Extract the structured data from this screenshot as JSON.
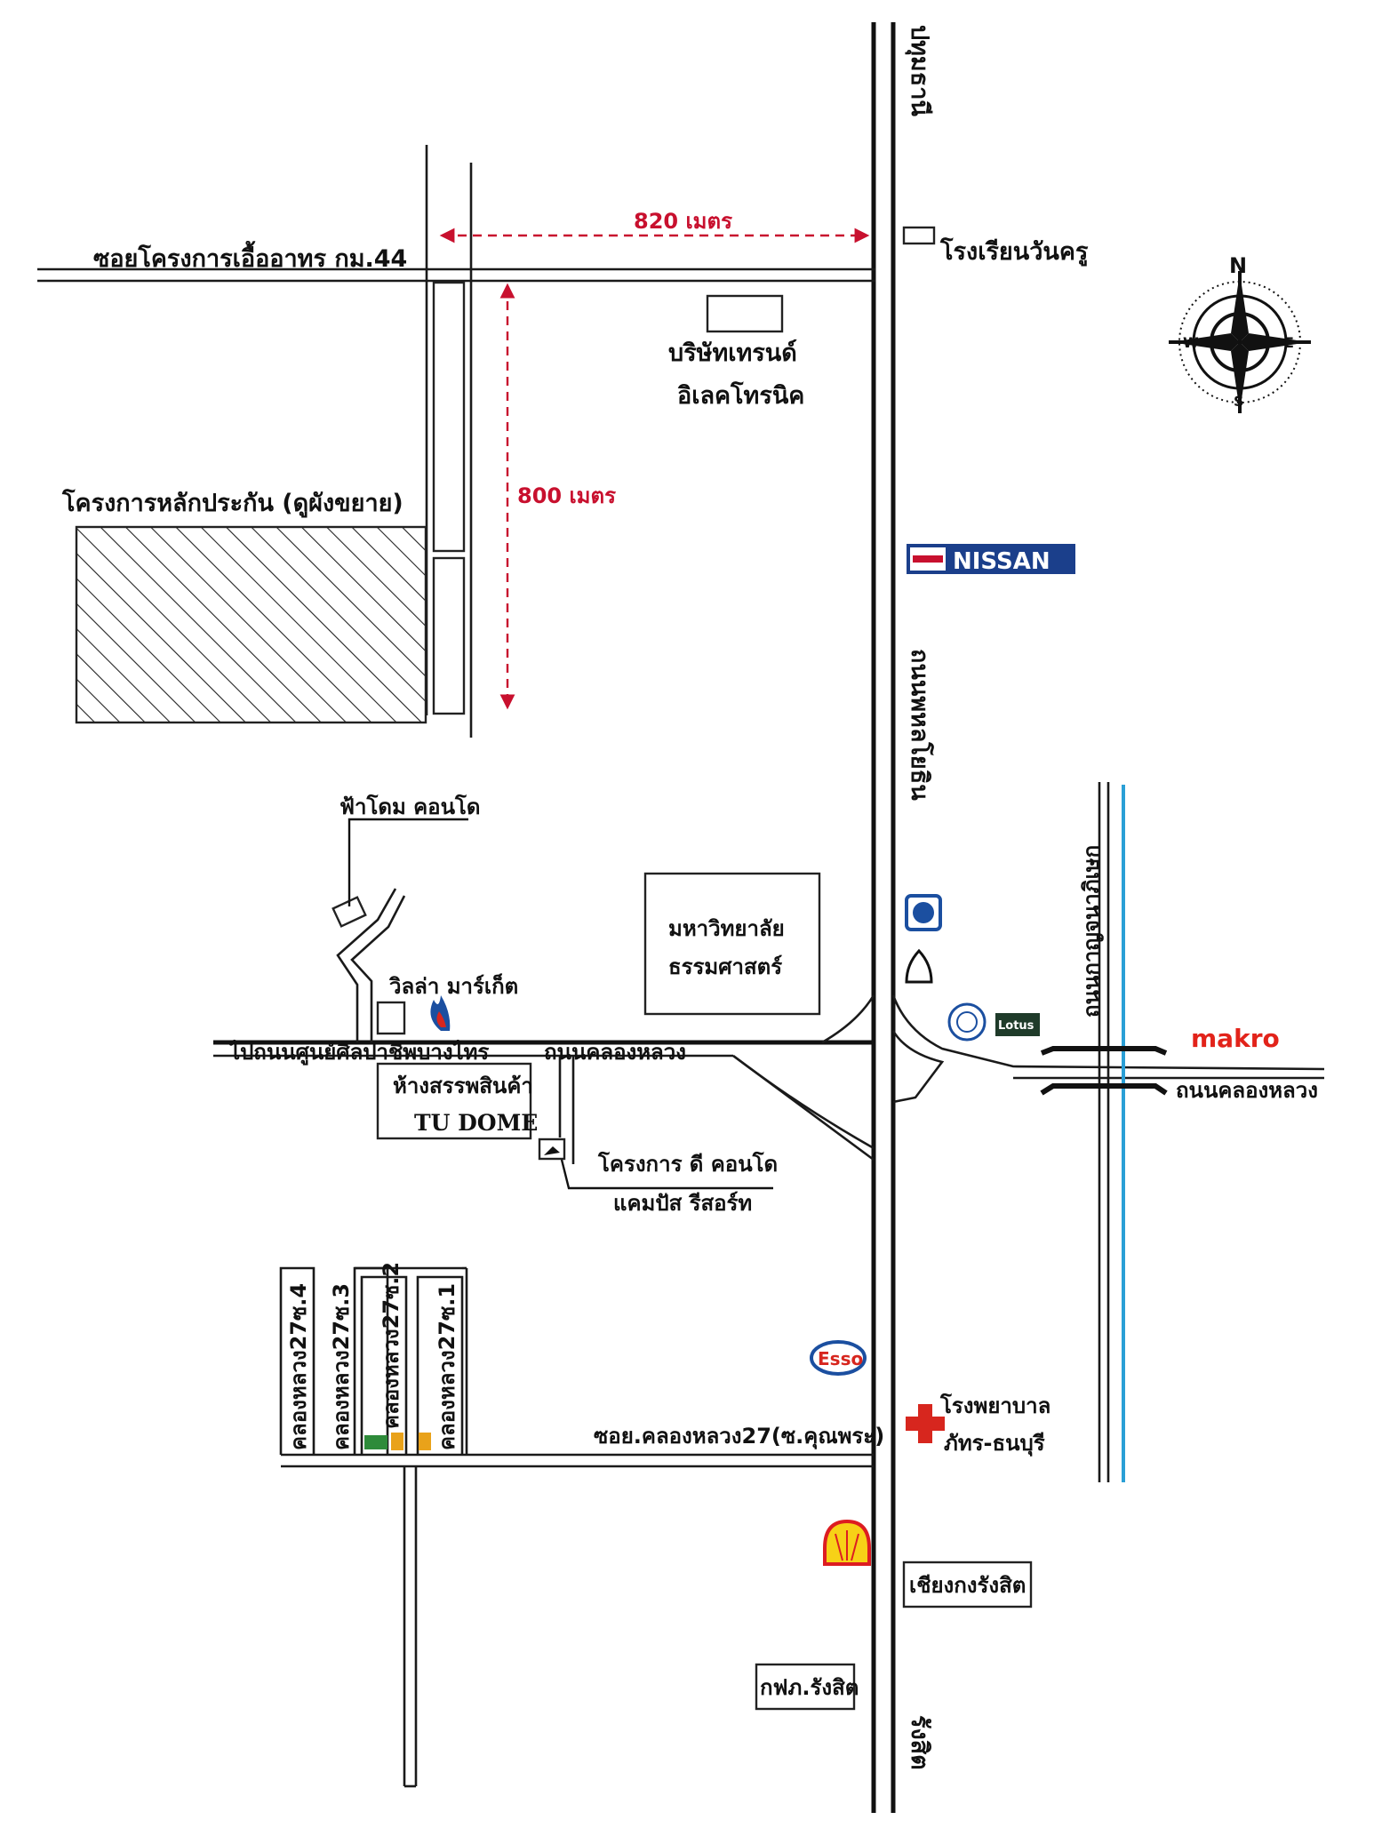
{
  "labels": {
    "top_north_road": "ปทุมธานี",
    "bottom_south_road": "รังสิต",
    "main_road_name": "ถนนพหลโยธิน",
    "soi_food_project": "ซอยโครงการเอื้ออาทร กม.44",
    "school": "โรงเรียนวันครู",
    "trend_company_l1": "บริษัทเทรนด์",
    "trend_company_l2": "อิเลคโทรนิค",
    "dist_horizontal": "820 เมตร",
    "dist_vertical": "800 เมตร",
    "project_main": "โครงการหลักประกัน (ดูผังขยาย)",
    "nissan": "NISSAN",
    "fadom_condo": "ฟ้าโดม คอนโด",
    "villa_market": "วิลล่า มาร์เก็ต",
    "university_l1": "มหาวิทยาลัย",
    "university_l2": "ธรรมศาสตร์",
    "to_silpakorn": "ไปถนนศูนย์ศิลปาชีพบางไทร",
    "khlong_luang_road_left": "ถนนคลองหลวง",
    "tu_dome_l1": "ห้างสรรพสินค้า",
    "tu_dome_l2": "TU DOME",
    "d_condo_l1": "โครงการ ดี คอนโด",
    "d_condo_l2": "แคมปัส รีสอร์ท",
    "kanchanaphisek_road": "ถนนกาญจนาภิเษก",
    "makro": "makro",
    "khlong_luang_road_right": "ถนนคลองหลวง",
    "lotus": "Lotus",
    "esso": "Esso",
    "hospital_l1": "โรงพยาบาล",
    "hospital_l2": "ภัทร-ธนบุรี",
    "soi_27": "ซอย.คลองหลวง27(ซ.คุณพระ)",
    "soi_27_4": "คลองหลวง27ซ.4",
    "soi_27_3": "คลองหลวง27ซ.3",
    "soi_27_2": "คลองหลวง27ซ.2",
    "soi_27_1": "คลองหลวง27ซ.1",
    "chiang_kong": "เชียงกงรังสิต",
    "pea_rangsit": "กฟภ.รังสิต",
    "compass_n": "N",
    "compass_s": "S",
    "compass_e": "E",
    "compass_w": "W"
  },
  "colors": {
    "distance_marker": "#c8102e",
    "makro": "#e2231a",
    "nissan_bg": "#1b3f8b",
    "esso": "#1b4fa0",
    "shell_yellow": "#f7d117",
    "shell_red": "#dd1d21",
    "canal": "#2a9fd6",
    "hospital_cross": "#d7261e"
  },
  "icons": [
    "compass-rose-icon",
    "nissan-logo",
    "esso-logo",
    "shell-logo",
    "ptt-flame-icon",
    "bank-icon",
    "temple-icon",
    "seal-icon",
    "lotus-logo",
    "seven-eleven-icon",
    "hospital-cross-icon"
  ]
}
